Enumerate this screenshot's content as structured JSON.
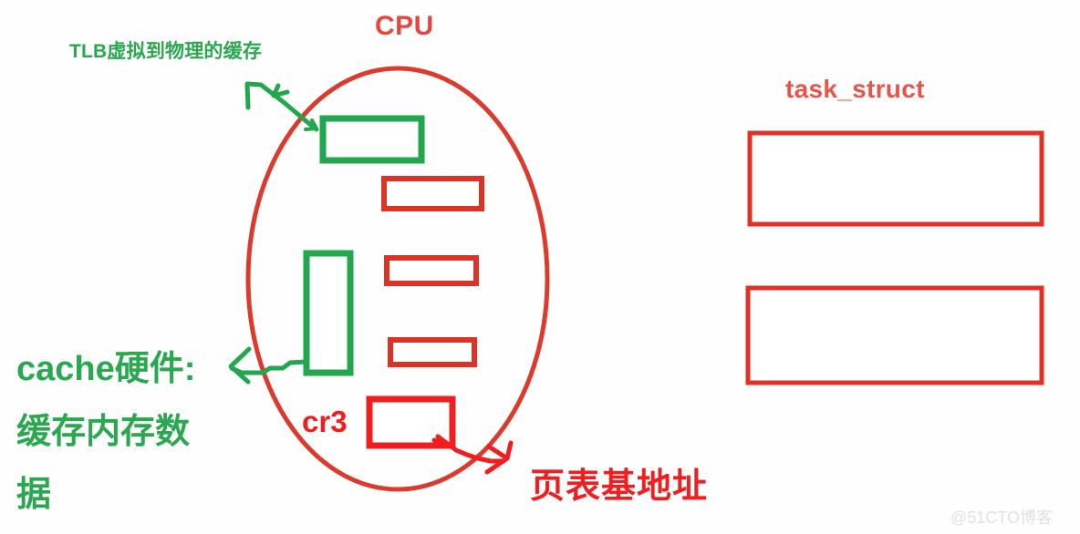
{
  "diagram": {
    "background_color": "#fefefe",
    "red": "#e03127",
    "bright_red": "#f01e1e",
    "green": "#22a74f",
    "title_red": "#e8453c"
  },
  "cpu": {
    "title": "CPU",
    "tlb_box_label": "",
    "cache_box_label": "",
    "cr3_label": "cr3",
    "cr3_box_label": "",
    "register_boxes": [
      "",
      "",
      ""
    ]
  },
  "task_struct": {
    "title": "task_struct",
    "rows": [
      "",
      ""
    ]
  },
  "annotations": {
    "tlb_note": "TLB虚拟到物理的缓存",
    "cache_note_lines": [
      "cache硬件:",
      "缓存内存数",
      "据"
    ],
    "page_table_note": "页表基地址"
  },
  "watermark": {
    "text": "@51CTO博客"
  }
}
